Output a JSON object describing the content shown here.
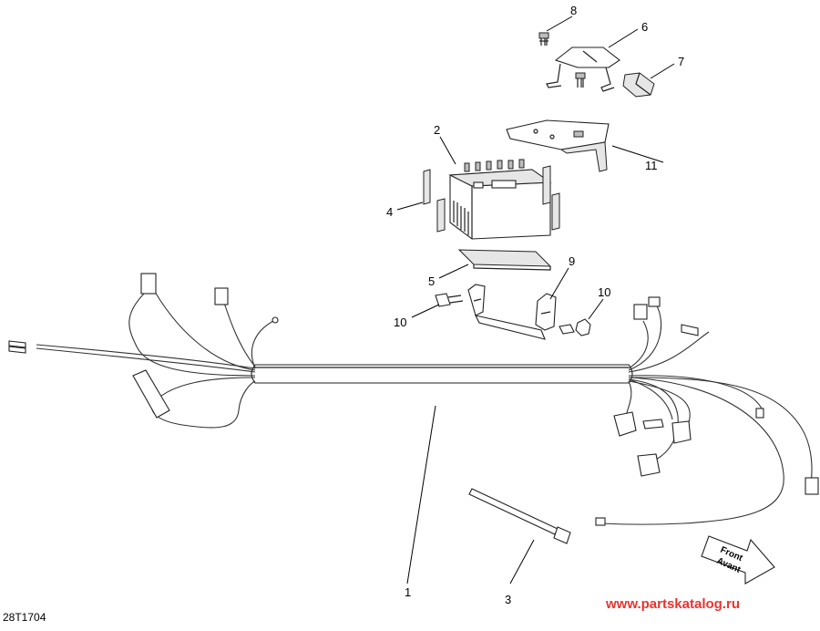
{
  "callouts": {
    "c1": "1",
    "c2": "2",
    "c3": "3",
    "c4": "4",
    "c5": "5",
    "c6": "6",
    "c7": "7",
    "c8": "8",
    "c9": "9",
    "c10a": "10",
    "c10b": "10",
    "c11": "11"
  },
  "direction_arrow": {
    "line1": "Front",
    "line2": "Avant"
  },
  "figure_code": "28T1704",
  "watermark": "www.partskatalog.ru"
}
